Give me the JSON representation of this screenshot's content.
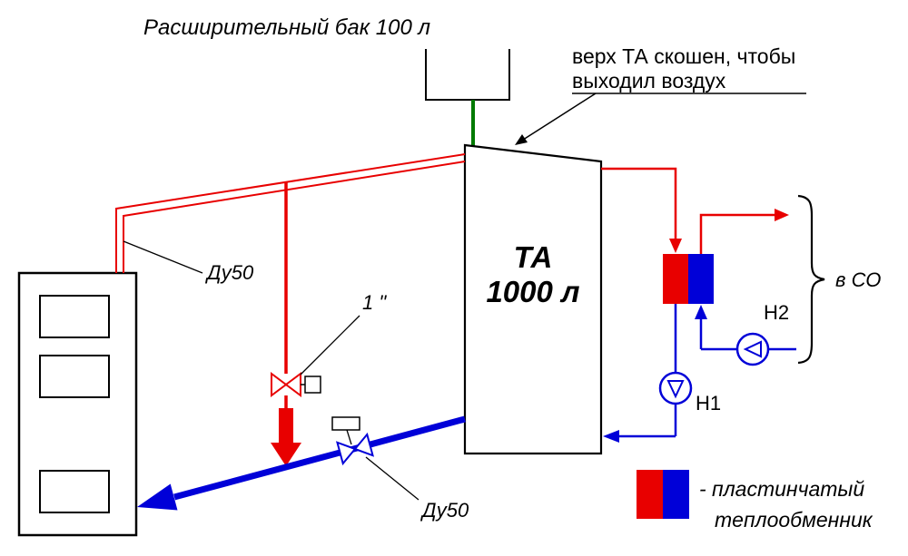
{
  "colors": {
    "supply": "#e80000",
    "return": "#0000d8",
    "expansion": "#007a00",
    "ink": "#000000"
  },
  "labels": {
    "expansion_tank": "Расширительный бак 100 л",
    "note_line1": "верх ТА скошен, чтобы",
    "note_line2": "выходил воздух",
    "ta_line1": "ТА",
    "ta_line2": "1000 л",
    "du50_supply": "Ду50",
    "valve_size": "1 \"",
    "du50_return": "Ду50",
    "pump_h1": "Н1",
    "pump_h2": "Н2",
    "to_system": "в СО",
    "legend_line1": "- пластинчатый",
    "legend_line2": "теплообменник"
  }
}
